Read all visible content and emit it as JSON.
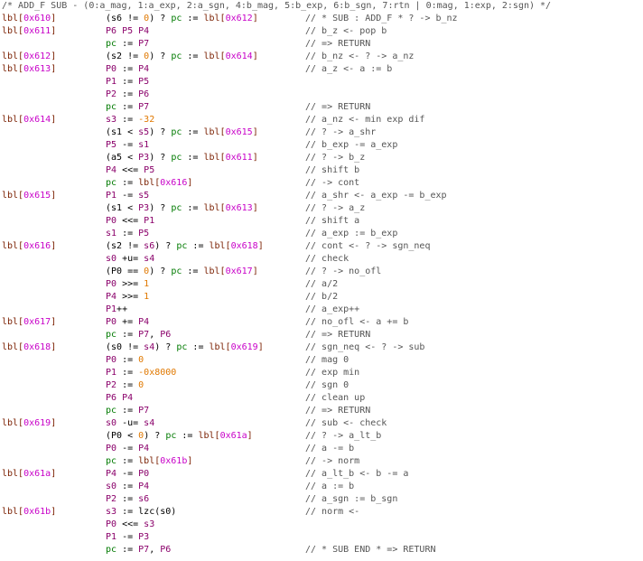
{
  "editor": {
    "header_comment": "/* ADD_F SUB - (0:a_mag, 1:a_exp, 2:a_sgn, 4:b_mag, 5:b_exp, 6:b_sgn, 7:rtn | 0:mag, 1:exp, 2:sgn) */",
    "lines": [
      {
        "label": "lbl[0x610]",
        "code": "(s6 != 0) ? pc := lbl[0x612]",
        "comment": "// * SUB : ADD_F * ? -> b_nz"
      },
      {
        "label": "lbl[0x611]",
        "code": "P6 P5 P4",
        "comment": "// b_z <- pop b"
      },
      {
        "label": "",
        "code": "pc := P7",
        "comment": "// => RETURN"
      },
      {
        "label": "lbl[0x612]",
        "code": "(s2 != 0) ? pc := lbl[0x614]",
        "comment": "// b_nz <- ? -> a_nz"
      },
      {
        "label": "lbl[0x613]",
        "code": "P0 := P4",
        "comment": "// a_z <- a := b"
      },
      {
        "label": "",
        "code": "P1 := P5",
        "comment": ""
      },
      {
        "label": "",
        "code": "P2 := P6",
        "comment": ""
      },
      {
        "label": "",
        "code": "pc := P7",
        "comment": "// => RETURN"
      },
      {
        "label": "lbl[0x614]",
        "code": "s3 := -32",
        "comment": "// a_nz <- min exp dif"
      },
      {
        "label": "",
        "code": "(s1 < s5) ? pc := lbl[0x615]",
        "comment": "// ? -> a_shr"
      },
      {
        "label": "",
        "code": "P5 -= s1",
        "comment": "// b_exp -= a_exp"
      },
      {
        "label": "",
        "code": "(a5 < P3) ? pc := lbl[0x611]",
        "comment": "// ? -> b_z"
      },
      {
        "label": "",
        "code": "P4 <<= P5",
        "comment": "// shift b"
      },
      {
        "label": "",
        "code": "pc := lbl[0x616]",
        "comment": "// -> cont"
      },
      {
        "label": "lbl[0x615]",
        "code": "P1 -= s5",
        "comment": "// a_shr <- a_exp -= b_exp"
      },
      {
        "label": "",
        "code": "(s1 < P3) ? pc := lbl[0x613]",
        "comment": "// ? -> a_z"
      },
      {
        "label": "",
        "code": "P0 <<= P1",
        "comment": "// shift a"
      },
      {
        "label": "",
        "code": "s1 := P5",
        "comment": "// a_exp := b_exp"
      },
      {
        "label": "lbl[0x616]",
        "code": "(s2 != s6) ? pc := lbl[0x618]",
        "comment": "// cont <- ? -> sgn_neq"
      },
      {
        "label": "",
        "code": "s0 +u= s4",
        "comment": "// check"
      },
      {
        "label": "",
        "code": "(P0 == 0) ? pc := lbl[0x617]",
        "comment": "// ? -> no_ofl"
      },
      {
        "label": "",
        "code": "P0 >>= 1",
        "comment": "// a/2"
      },
      {
        "label": "",
        "code": "P4 >>= 1",
        "comment": "// b/2"
      },
      {
        "label": "",
        "code": "P1++",
        "comment": "// a_exp++"
      },
      {
        "label": "lbl[0x617]",
        "code": "P0 += P4",
        "comment": "// no_ofl <- a += b"
      },
      {
        "label": "",
        "code": "pc := P7, P6",
        "comment": "// => RETURN"
      },
      {
        "label": "lbl[0x618]",
        "code": "(s0 != s4) ? pc := lbl[0x619]",
        "comment": "// sgn_neq <- ? -> sub"
      },
      {
        "label": "",
        "code": "P0 := 0",
        "comment": "// mag 0"
      },
      {
        "label": "",
        "code": "P1 := -0x8000",
        "comment": "// exp min"
      },
      {
        "label": "",
        "code": "P2 := 0",
        "comment": "// sgn 0"
      },
      {
        "label": "",
        "code": "P6 P4",
        "comment": "// clean up"
      },
      {
        "label": "",
        "code": "pc := P7",
        "comment": "// => RETURN"
      },
      {
        "label": "lbl[0x619]",
        "code": "s0 -u= s4",
        "comment": "// sub <- check"
      },
      {
        "label": "",
        "code": "(P0 < 0) ? pc := lbl[0x61a]",
        "comment": "// ? -> a_lt_b"
      },
      {
        "label": "",
        "code": "P0 -= P4",
        "comment": "// a -= b"
      },
      {
        "label": "",
        "code": "pc := lbl[0x61b]",
        "comment": "// -> norm"
      },
      {
        "label": "lbl[0x61a]",
        "code": "P4 -= P0",
        "comment": "// a_lt_b <- b -= a"
      },
      {
        "label": "",
        "code": "s0 := P4",
        "comment": "// a := b"
      },
      {
        "label": "",
        "code": "P2 := s6",
        "comment": "// a_sgn := b_sgn"
      },
      {
        "label": "lbl[0x61b]",
        "code": "s3 := lzc(s0)",
        "comment": "// norm <-"
      },
      {
        "label": "",
        "code": "P0 <<= s3",
        "comment": ""
      },
      {
        "label": "",
        "code": "P1 -= P3",
        "comment": ""
      },
      {
        "label": "",
        "code": "pc := P7, P6",
        "comment": "// * SUB END * => RETURN"
      }
    ]
  },
  "colors": {
    "label": "#7a1f00",
    "hex": "#c800c8",
    "number": "#e07800",
    "register": "#8a006a",
    "pc": "#007a00",
    "comment": "#555555"
  }
}
